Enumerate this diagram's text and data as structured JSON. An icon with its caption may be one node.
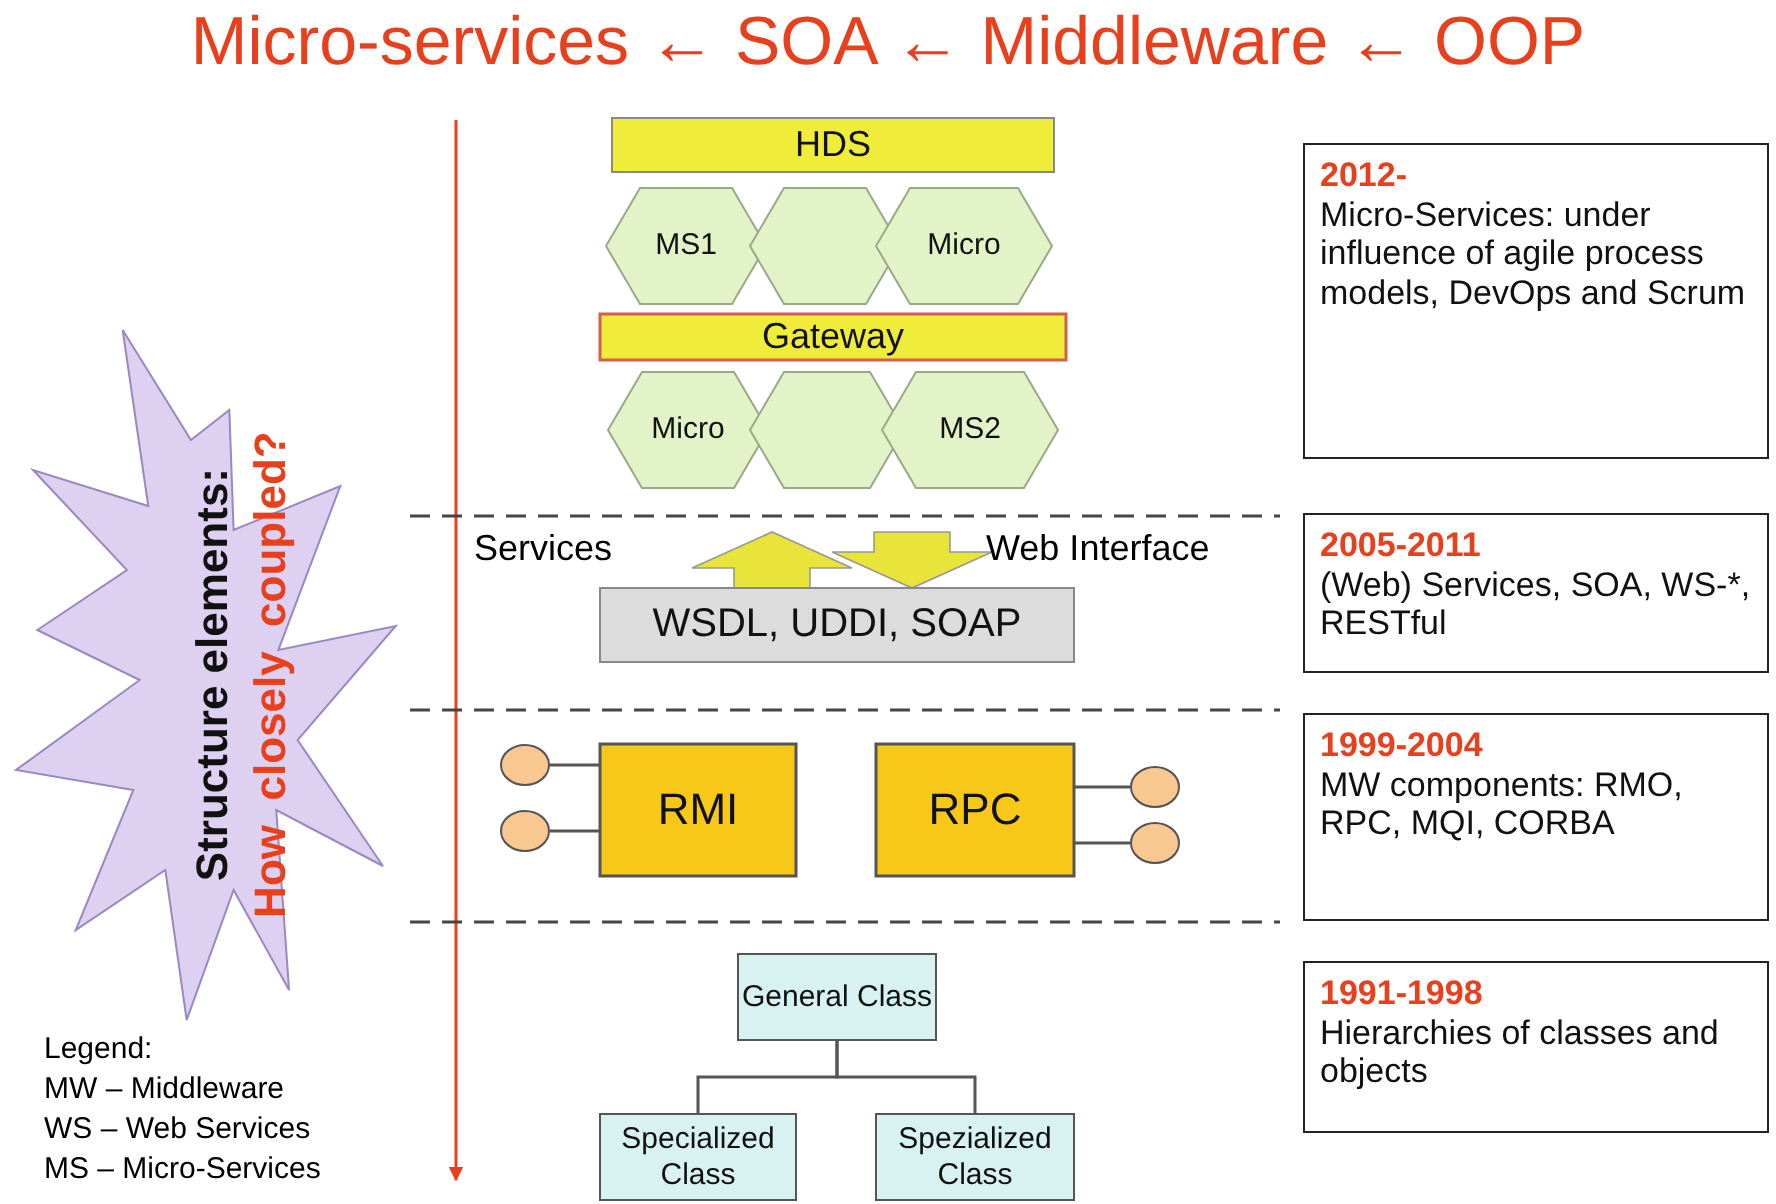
{
  "diagram": {
    "title": "Micro-services ← SOA ← Middleware ← OOP",
    "nodes": [
      {
        "text": [
          "HDS"
        ]
      },
      {
        "text": [
          "MS1"
        ]
      },
      {
        "text": [],
        "shape": "hexagon"
      },
      {
        "text": [
          "Micro"
        ]
      },
      {
        "text": [
          "Gateway"
        ]
      },
      {
        "text": [
          "Micro"
        ]
      },
      {
        "text": [],
        "shape": "hexagon"
      },
      {
        "text": [
          "MS2"
        ]
      },
      {
        "text": [
          "WSDL, UDDI, SOAP"
        ]
      },
      {
        "text": [],
        "shape": "circle"
      },
      {
        "text": [],
        "shape": "circle"
      },
      {
        "text": [
          "RMI"
        ]
      },
      {
        "text": [
          "RPC"
        ]
      },
      {
        "text": [],
        "shape": "circle"
      },
      {
        "text": [],
        "shape": "circle"
      },
      {
        "text": [
          "General Class"
        ]
      },
      {
        "text": [
          "Specialized Class"
        ]
      },
      {
        "text": [
          "Spezialized Class"
        ]
      },
      {
        "text": [
          "2012-",
          "Micro-Services: under influence of agile process models, DevOps and Scrum"
        ]
      },
      {
        "text": [
          "2005-2011",
          "(Web) Services, SOA, WS-*, RESTful"
        ]
      },
      {
        "text": [
          "1999-2004",
          "MW components: RMO, RPC, MQI, CORBA"
        ]
      },
      {
        "text": [
          "1991-1998",
          "Hierarchies of  classes and objects"
        ]
      },
      {
        "text": [
          "Structure elements:",
          "How  closely  coupled?"
        ]
      }
    ],
    "edges": [
      {
        "from": 8,
        "to": null,
        "arrow": "to",
        "style": "thick",
        "color": "#e8e43a"
      },
      {
        "from": null,
        "to": 8,
        "arrow": "to",
        "style": "thick",
        "color": "#e8e43a"
      },
      {
        "from": 9,
        "to": 11,
        "arrow": "none"
      },
      {
        "from": 10,
        "to": 11,
        "arrow": "none"
      },
      {
        "from": 12,
        "to": 13,
        "arrow": "none"
      },
      {
        "from": 12,
        "to": 14,
        "arrow": "none"
      },
      {
        "from": 15,
        "to": 16,
        "arrow": "none"
      },
      {
        "from": 15,
        "to": 17,
        "arrow": "none"
      }
    ],
    "labels": [
      "Services",
      "Web Interface",
      "Legend:",
      "MW – Middleware",
      "WS – Web Services",
      "MS – Micro-Services"
    ]
  }
}
